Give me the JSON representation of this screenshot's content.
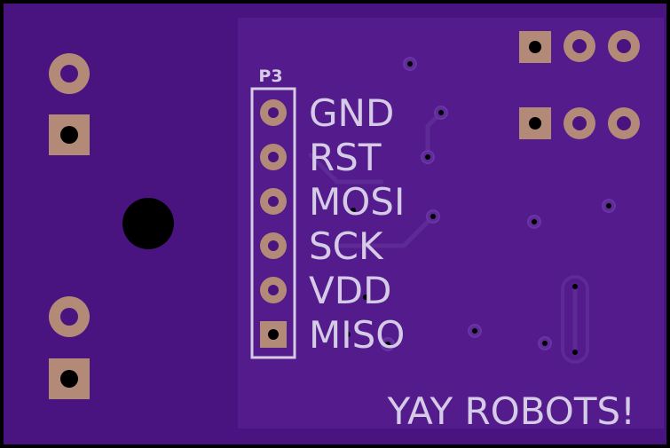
{
  "board": {
    "header_ref": "P3",
    "pins": [
      "GND",
      "RST",
      "MOSI",
      "SCK",
      "VDD",
      "MISO"
    ],
    "slogan": "YAY ROBOTS!"
  },
  "colors": {
    "board": "#4a1480",
    "pour": "#531b8c",
    "copper_pad": "#b38a78",
    "hole": "#000000",
    "silkscreen": "#d6cbe6",
    "trace": "#5e2a96",
    "outline": "#000000"
  }
}
